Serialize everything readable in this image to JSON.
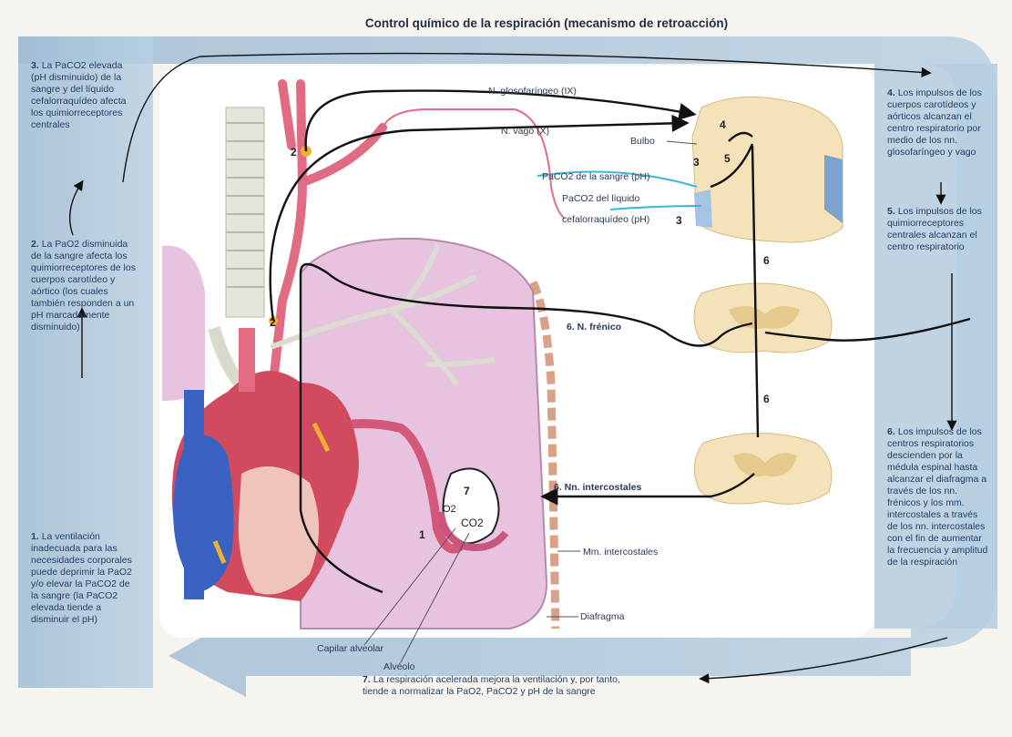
{
  "title": "Control químico de la respiración (mecanismo de retroacción)",
  "left_notes": [
    {
      "num": "3.",
      "text": "La PaCO2 elevada (pH disminuido) de la sangre y del líquido cefalorraquídeo afecta los quimiorreceptores centrales"
    },
    {
      "num": "2.",
      "text": "La PaO2 disminuida de la sangre afecta los quimiorreceptores de los cuerpos carotídeo y aórtico (los cuales también responden a un pH marcadamente disminuido)"
    },
    {
      "num": "1.",
      "text": "La ventilación inadecuada para las necesidades corporales puede deprimir la PaO2 y/o elevar la PaCO2 de la sangre (la PaCO2 elevada tiende a disminuir el pH)"
    }
  ],
  "right_notes": [
    {
      "num": "4.",
      "text": "Los impulsos de los cuerpos carotídeos y aórticos alcanzan el centro respiratorio por medio de los nn. glosofaríngeo y vago"
    },
    {
      "num": "5.",
      "text": "Los impulsos de los quimiorreceptores centrales alcanzan el centro respiratorio"
    },
    {
      "num": "6.",
      "text": "Los impulsos de los centros respiratorios descienden por la médula espinal hasta alcanzar el diafragma a través de los nn. frénicos y los mm. intercostales a través de los nn. intercostales con el fin de aumentar la frecuencia y amplitud de la respiración"
    }
  ],
  "bottom_note": {
    "num": "7.",
    "line1": "La respiración acelerada mejora la ventilación y, por tanto,",
    "line2": "tiende a normalizar la PaO2, PaCO2 y pH de la sangre"
  },
  "labels": {
    "n_glosofaringeo": "N. glosofaríngeo (IX)",
    "n_vago": "N. vago (X)",
    "bulbo": "Bulbo",
    "pa_sangre": "PaCO2 de la sangre (pH)",
    "pa_lcr_1": "PaCO2 del líquido",
    "pa_lcr_2": "cefalorraquídeo (pH)",
    "n_frenico": "6. N. frénico",
    "nn_intercostales": "6. Nn. intercostales",
    "mm_intercostales": "Mm. intercostales",
    "diafragma": "Diafragma",
    "capilar": "Capilar alveolar",
    "alveolo": "Alvéolo",
    "o2": "O2",
    "co2": "CO2",
    "num_1": "1",
    "num_2a": "2",
    "num_2b": "2",
    "num_3a": "3",
    "num_3b": "3",
    "num_4": "4",
    "num_5": "5",
    "num_6a": "6",
    "num_6b": "6",
    "num_7": "7"
  },
  "colors": {
    "frame": "#a9c3d9",
    "frame_dark": "#8fb0cc",
    "nerve": "#111111",
    "artery": "#e06b82",
    "lung": "#e8c8e2",
    "heart_red": "#d24a5e",
    "heart_blue": "#3a62c2",
    "cord": "#f4e2b8",
    "text": "#23406a"
  }
}
